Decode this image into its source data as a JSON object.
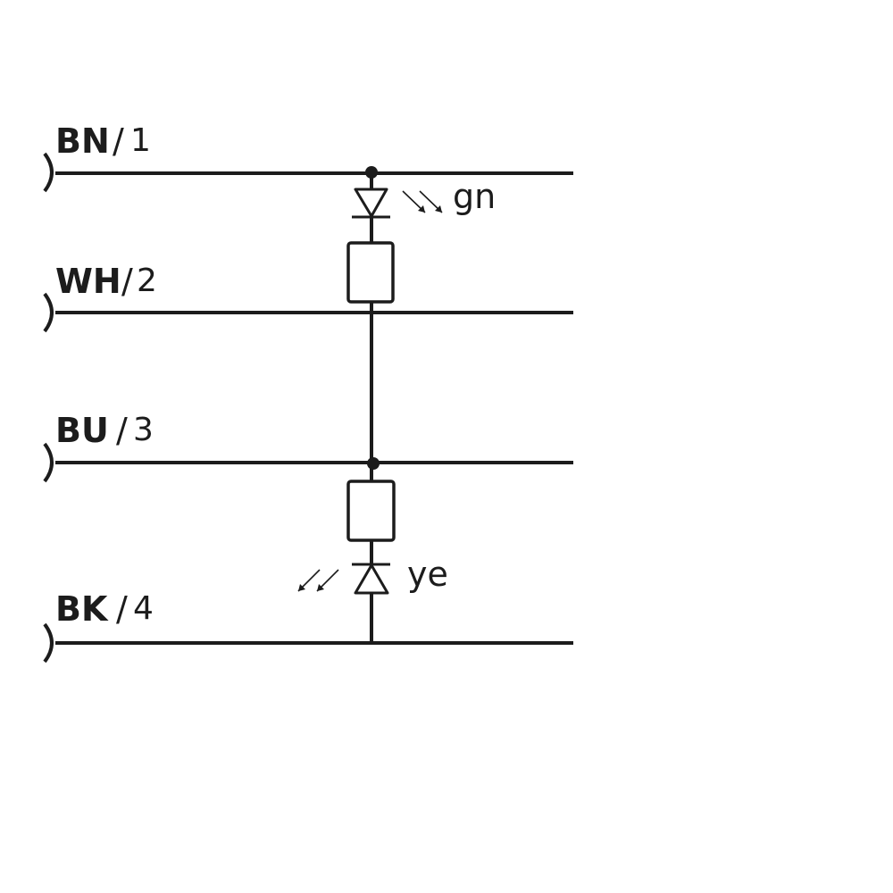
{
  "wires": [
    {
      "code": "BN",
      "pin": "1"
    },
    {
      "code": "WH",
      "pin": "2"
    },
    {
      "code": "BU",
      "pin": "3"
    },
    {
      "code": "BK",
      "pin": "4"
    }
  ],
  "slash": "/",
  "leds": {
    "upper": "gn",
    "lower": "ye"
  }
}
